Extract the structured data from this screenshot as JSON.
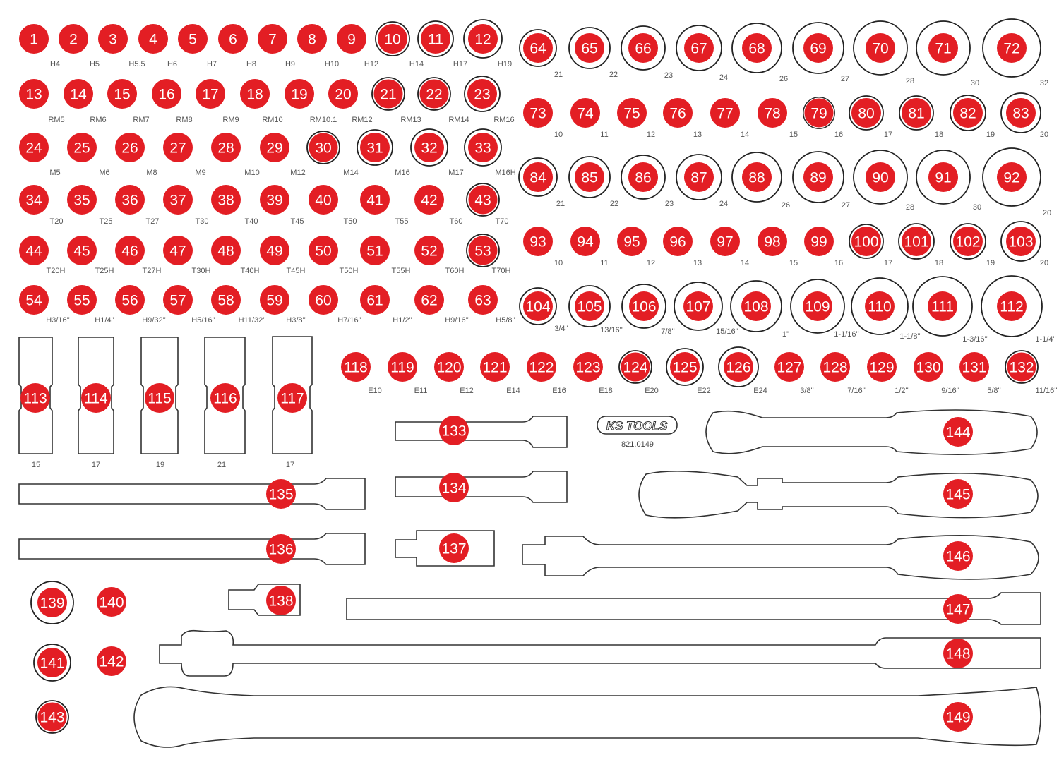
{
  "colors": {
    "marker": "#e31e24",
    "outline": "#333333",
    "label": "#555555"
  },
  "logo": {
    "text": "KS TOOLS",
    "part_number": "821.0149"
  },
  "markers": [
    {
      "n": "1",
      "label": "H4"
    },
    {
      "n": "2",
      "label": "H5"
    },
    {
      "n": "3",
      "label": "H5.5"
    },
    {
      "n": "4",
      "label": "H6"
    },
    {
      "n": "5",
      "label": "H7"
    },
    {
      "n": "6",
      "label": "H8"
    },
    {
      "n": "7",
      "label": "H9"
    },
    {
      "n": "8",
      "label": "H10"
    },
    {
      "n": "9",
      "label": "H12"
    },
    {
      "n": "10",
      "label": "H14"
    },
    {
      "n": "11",
      "label": "H17"
    },
    {
      "n": "12",
      "label": "H19"
    },
    {
      "n": "13",
      "label": "RM5"
    },
    {
      "n": "14",
      "label": "RM6"
    },
    {
      "n": "15",
      "label": "RM7"
    },
    {
      "n": "16",
      "label": "RM8"
    },
    {
      "n": "17",
      "label": "RM9"
    },
    {
      "n": "18",
      "label": "RM10"
    },
    {
      "n": "19",
      "label": "RM10.1"
    },
    {
      "n": "20",
      "label": "RM12"
    },
    {
      "n": "21",
      "label": "RM13"
    },
    {
      "n": "22",
      "label": "RM14"
    },
    {
      "n": "23",
      "label": "RM16"
    },
    {
      "n": "24",
      "label": "M5"
    },
    {
      "n": "25",
      "label": "M6"
    },
    {
      "n": "26",
      "label": "M8"
    },
    {
      "n": "27",
      "label": "M9"
    },
    {
      "n": "28",
      "label": "M10"
    },
    {
      "n": "29",
      "label": "M12"
    },
    {
      "n": "30",
      "label": "M14"
    },
    {
      "n": "31",
      "label": "M16"
    },
    {
      "n": "32",
      "label": "M17"
    },
    {
      "n": "33",
      "label": "M16H"
    },
    {
      "n": "34",
      "label": "T20"
    },
    {
      "n": "35",
      "label": "T25"
    },
    {
      "n": "36",
      "label": "T27"
    },
    {
      "n": "37",
      "label": "T30"
    },
    {
      "n": "38",
      "label": "T40"
    },
    {
      "n": "39",
      "label": "T45"
    },
    {
      "n": "40",
      "label": "T50"
    },
    {
      "n": "41",
      "label": "T55"
    },
    {
      "n": "42",
      "label": "T60"
    },
    {
      "n": "43",
      "label": "T70"
    },
    {
      "n": "44",
      "label": "T20H"
    },
    {
      "n": "45",
      "label": "T25H"
    },
    {
      "n": "46",
      "label": "T27H"
    },
    {
      "n": "47",
      "label": "T30H"
    },
    {
      "n": "48",
      "label": "T40H"
    },
    {
      "n": "49",
      "label": "T45H"
    },
    {
      "n": "50",
      "label": "T50H"
    },
    {
      "n": "51",
      "label": "T55H"
    },
    {
      "n": "52",
      "label": "T60H"
    },
    {
      "n": "53",
      "label": "T70H"
    },
    {
      "n": "54",
      "label": "H3/16''"
    },
    {
      "n": "55",
      "label": "H1/4''"
    },
    {
      "n": "56",
      "label": "H9/32''"
    },
    {
      "n": "57",
      "label": "H5/16''"
    },
    {
      "n": "58",
      "label": "H11/32''"
    },
    {
      "n": "59",
      "label": "H3/8''"
    },
    {
      "n": "60",
      "label": "H7/16''"
    },
    {
      "n": "61",
      "label": "H1/2''"
    },
    {
      "n": "62",
      "label": "H9/16''"
    },
    {
      "n": "63",
      "label": "H5/8''"
    },
    {
      "n": "64",
      "label": "21"
    },
    {
      "n": "65",
      "label": "22"
    },
    {
      "n": "66",
      "label": "23"
    },
    {
      "n": "67",
      "label": "24"
    },
    {
      "n": "68",
      "label": "26"
    },
    {
      "n": "69",
      "label": "27"
    },
    {
      "n": "70",
      "label": "28"
    },
    {
      "n": "71",
      "label": "30"
    },
    {
      "n": "72",
      "label": "32"
    },
    {
      "n": "73",
      "label": "10"
    },
    {
      "n": "74",
      "label": "11"
    },
    {
      "n": "75",
      "label": "12"
    },
    {
      "n": "76",
      "label": "13"
    },
    {
      "n": "77",
      "label": "14"
    },
    {
      "n": "78",
      "label": "15"
    },
    {
      "n": "79",
      "label": "16"
    },
    {
      "n": "80",
      "label": "17"
    },
    {
      "n": "81",
      "label": "18"
    },
    {
      "n": "82",
      "label": "19"
    },
    {
      "n": "83",
      "label": "20"
    },
    {
      "n": "84",
      "label": "21"
    },
    {
      "n": "85",
      "label": "22"
    },
    {
      "n": "86",
      "label": "23"
    },
    {
      "n": "87",
      "label": "24"
    },
    {
      "n": "88",
      "label": "26"
    },
    {
      "n": "89",
      "label": "27"
    },
    {
      "n": "90",
      "label": "28"
    },
    {
      "n": "91",
      "label": "30"
    },
    {
      "n": "92",
      "label": "20"
    },
    {
      "n": "93",
      "label": "10"
    },
    {
      "n": "94",
      "label": "11"
    },
    {
      "n": "95",
      "label": "12"
    },
    {
      "n": "96",
      "label": "13"
    },
    {
      "n": "97",
      "label": "14"
    },
    {
      "n": "98",
      "label": "15"
    },
    {
      "n": "99",
      "label": "16"
    },
    {
      "n": "100",
      "label": "17"
    },
    {
      "n": "101",
      "label": "18"
    },
    {
      "n": "102",
      "label": "19"
    },
    {
      "n": "103",
      "label": "20"
    },
    {
      "n": "104",
      "label": "3/4''"
    },
    {
      "n": "105",
      "label": "13/16''"
    },
    {
      "n": "106",
      "label": "7/8''"
    },
    {
      "n": "107",
      "label": "15/16''"
    },
    {
      "n": "108",
      "label": "1''"
    },
    {
      "n": "109",
      "label": "1-1/16''"
    },
    {
      "n": "110",
      "label": "1-1/8''"
    },
    {
      "n": "111",
      "label": "1-3/16''"
    },
    {
      "n": "112",
      "label": "1-1/4''"
    },
    {
      "n": "113",
      "label": "15"
    },
    {
      "n": "114",
      "label": "17"
    },
    {
      "n": "115",
      "label": "19"
    },
    {
      "n": "116",
      "label": "21"
    },
    {
      "n": "117",
      "label": "17"
    },
    {
      "n": "118",
      "label": "E10"
    },
    {
      "n": "119",
      "label": "E11"
    },
    {
      "n": "120",
      "label": "E12"
    },
    {
      "n": "121",
      "label": "E14"
    },
    {
      "n": "122",
      "label": "E16"
    },
    {
      "n": "123",
      "label": "E18"
    },
    {
      "n": "124",
      "label": "E20"
    },
    {
      "n": "125",
      "label": "E22"
    },
    {
      "n": "126",
      "label": "E24"
    },
    {
      "n": "127",
      "label": "3/8''"
    },
    {
      "n": "128",
      "label": "7/16''"
    },
    {
      "n": "129",
      "label": "1/2''"
    },
    {
      "n": "130",
      "label": "9/16''"
    },
    {
      "n": "131",
      "label": "5/8''"
    },
    {
      "n": "132",
      "label": "11/16''"
    },
    {
      "n": "133",
      "label": ""
    },
    {
      "n": "134",
      "label": ""
    },
    {
      "n": "135",
      "label": ""
    },
    {
      "n": "136",
      "label": ""
    },
    {
      "n": "137",
      "label": ""
    },
    {
      "n": "138",
      "label": ""
    },
    {
      "n": "139",
      "label": ""
    },
    {
      "n": "140",
      "label": ""
    },
    {
      "n": "141",
      "label": ""
    },
    {
      "n": "142",
      "label": ""
    },
    {
      "n": "143",
      "label": ""
    },
    {
      "n": "144",
      "label": ""
    },
    {
      "n": "145",
      "label": ""
    },
    {
      "n": "146",
      "label": ""
    },
    {
      "n": "147",
      "label": ""
    },
    {
      "n": "148",
      "label": ""
    },
    {
      "n": "149",
      "label": ""
    }
  ]
}
